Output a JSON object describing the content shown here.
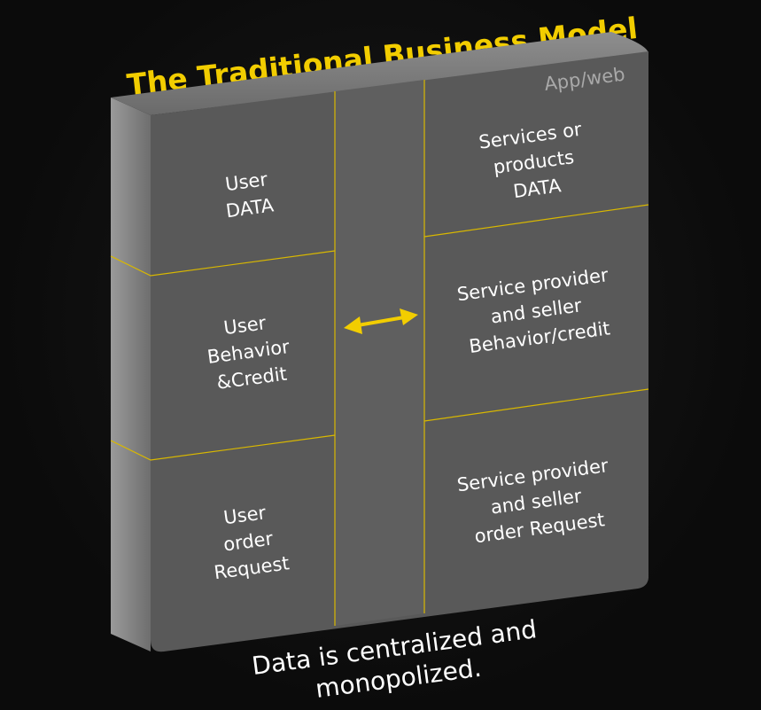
{
  "title": "The Traditional Business Model",
  "platform_tag": "App/web",
  "left_column": [
    [
      "User",
      "DATA"
    ],
    [
      "User",
      "Behavior",
      "&Credit"
    ],
    [
      "User",
      "order",
      "Request"
    ]
  ],
  "right_column": [
    [
      "Services or",
      "products",
      "DATA"
    ],
    [
      "Service provider",
      "and seller",
      "Behavior/credit"
    ],
    [
      "Service provider",
      "and seller",
      "order Request"
    ]
  ],
  "exchange_arrow": "bidirectional-arrow-icon",
  "caption": [
    "Data is centralized and",
    "monopolized."
  ],
  "colors": {
    "background": "#0d0d0d",
    "panel_face": "#5a5a5a",
    "panel_side": "#8a8a8a",
    "accent": "#f2cd00",
    "text": "#ffffff",
    "tag": "#a9a9a9"
  }
}
